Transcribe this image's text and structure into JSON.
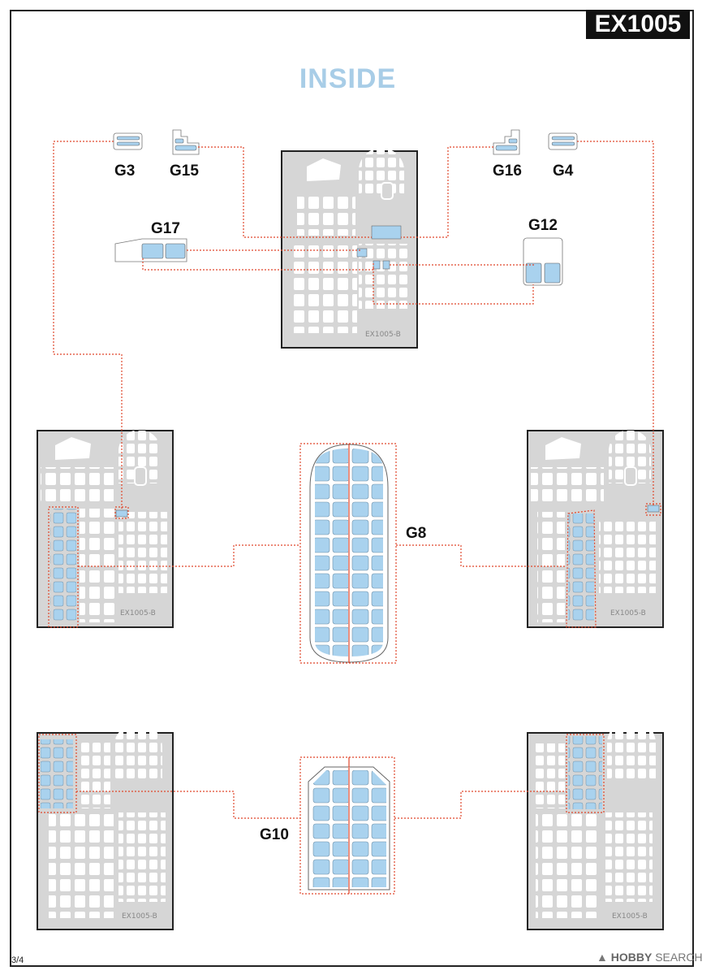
{
  "header": {
    "product_code": "EX1005",
    "title": "INSIDE"
  },
  "labels": {
    "g3": "G3",
    "g15": "G15",
    "g16": "G16",
    "g4": "G4",
    "g17": "G17",
    "g12": "G12",
    "g8": "G8",
    "g10": "G10"
  },
  "sheet_code": "EX1005-B",
  "footer": {
    "page": "3/4",
    "watermark_brand": "HOBBY",
    "watermark_text": "SEARCH"
  },
  "colors": {
    "mask_blue": "#a9d2ee",
    "sheet_gray": "#d6d6d6",
    "leader_red": "#e0462b",
    "title_blue": "#a8cde7"
  }
}
